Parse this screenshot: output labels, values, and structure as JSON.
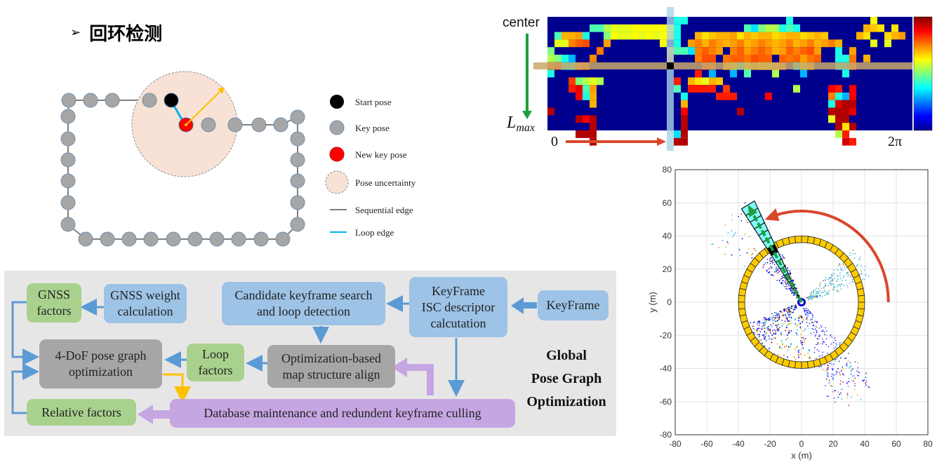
{
  "title": {
    "bullet_icon": "arrowhead-bullet-icon",
    "text": "回环检测"
  },
  "pose_graph": {
    "legend": [
      {
        "icon": "black-circle",
        "label": "Start pose",
        "color": "#000000"
      },
      {
        "icon": "gray-circle",
        "label": "Key pose",
        "color": "#a6a6a6"
      },
      {
        "icon": "red-circle",
        "label": "New key pose",
        "color": "#ff0000"
      },
      {
        "icon": "dashed-peach-circle",
        "label": "Pose uncertainty",
        "color": "#f8e2d5"
      },
      {
        "icon": "gray-line",
        "label": "Sequential edge",
        "color": "#7f7f7f"
      },
      {
        "icon": "blue-line",
        "label": "Loop edge",
        "color": "#00b0f0"
      }
    ],
    "colors": {
      "key_pose": "#a6a6a6",
      "start_pose": "#000000",
      "new_key_pose": "#ff0000",
      "uncertainty": "#f8e2d5",
      "radius_arrow": "#ffc000",
      "loop_edge": "#00b0f0",
      "sequential_edge": "#7f7f7f"
    }
  },
  "flowchart": {
    "boxes": {
      "gnss_factors": "GNSS\nfactors",
      "gnss_weight": "GNSS weight\ncalculation",
      "candidate_search": "Candidate keyframe search\nand loop detection",
      "isc_descriptor": "KeyFrame\nISC descriptor\ncalcutation",
      "keyframe": "KeyFrame",
      "pose_graph_opt": "4-DoF pose graph\noptimization",
      "loop_factors": "Loop\nfactors",
      "map_align": "Optimization-based\nmap structure align",
      "relative_factors": "Relative factors",
      "database": "Database maintenance and redundent keyframe culling"
    },
    "side_title": [
      "Global",
      "Pose Graph",
      "Optimization"
    ],
    "colors": {
      "blue": "#9dc3e6",
      "green": "#a9d18e",
      "gray": "#a6a6a6",
      "purple": "#c5a6e2",
      "arrow_blue": "#5b9bd5",
      "arrow_yellow": "#ffc000",
      "arrow_purple": "#c5a6e2",
      "background": "#e7e6e6"
    }
  },
  "isc_matrix": {
    "label_center": "center",
    "label_lmax": "L",
    "label_lmax_sub": "max",
    "label_zero": "0",
    "label_2pi": "2π",
    "colormap": "jet",
    "highlight_row_color": "#c8a96a",
    "highlight_col_color": "#a8d4e6",
    "arrow_down_color": "#1e9e3e",
    "arrow_right_color": "#d9472b"
  },
  "chart_data": {
    "type": "scatter",
    "title": "",
    "xlabel": "x (m)",
    "ylabel": "y (m)",
    "xlim": [
      -80,
      80
    ],
    "ylim": [
      -80,
      80
    ],
    "xticks": [
      -80,
      -60,
      -40,
      -20,
      0,
      20,
      40,
      60,
      80
    ],
    "yticks": [
      -80,
      -60,
      -40,
      -20,
      0,
      20,
      40,
      60,
      80
    ],
    "grid": true,
    "ring": {
      "center": [
        0,
        0
      ],
      "inner_radius": 36,
      "outer_radius": 40,
      "segments": 60,
      "color": "#ffcc00"
    },
    "sector": {
      "angle_deg": 120,
      "radius": 68,
      "cells": 14,
      "color": "#80ffff",
      "highlight_cell_color": "#000000"
    },
    "rotation_arc": {
      "radius": 55,
      "start_deg": 0,
      "end_deg": 120,
      "color": "#d9472b"
    },
    "scan_direction_arrow_color": "#1e9e3e"
  }
}
